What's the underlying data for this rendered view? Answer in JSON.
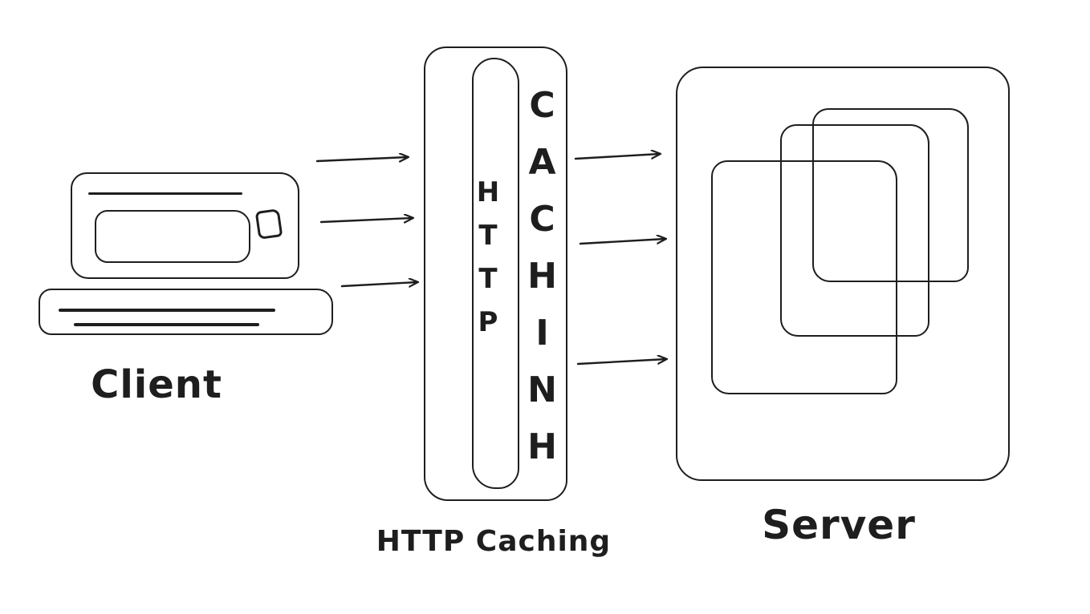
{
  "page": {
    "background_color": "#ffffff",
    "stroke_color": "#1e1e1e"
  },
  "diagram": {
    "client": {
      "label": "Client"
    },
    "cache": {
      "vertical_text_http": "HTTP",
      "vertical_text_side": "CACHINH",
      "caption": "HTTP Caching"
    },
    "server": {
      "label": "Server"
    },
    "edges": [
      {
        "from": "Client",
        "to": "HTTP Caching",
        "arrow_count": 3,
        "direction": "right"
      },
      {
        "from": "HTTP Caching",
        "to": "Server",
        "arrow_count": 3,
        "direction": "right"
      }
    ]
  }
}
